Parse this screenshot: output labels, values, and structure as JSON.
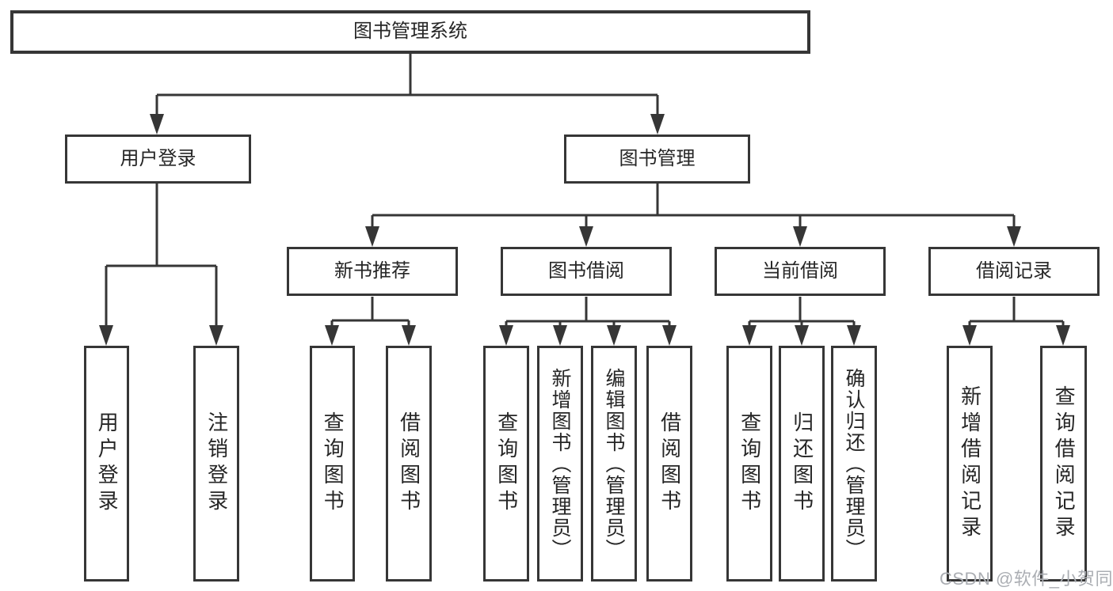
{
  "diagram": {
    "root": "图书管理系统",
    "level2": {
      "user_login": "用户登录",
      "book_mgmt": "图书管理"
    },
    "level3": {
      "new_rec": "新书推荐",
      "borrow": "图书借阅",
      "current": "当前借阅",
      "records": "借阅记录"
    },
    "leaves": {
      "login": "用户登录",
      "logout": "注销登录",
      "rec_query": "查询图书",
      "rec_borrow": "借阅图书",
      "bw_query": "查询图书",
      "bw_add": "新增图书（管理员）",
      "bw_edit": "编辑图书（管理员）",
      "bw_borrow": "借阅图书",
      "cur_query": "查询图书",
      "cur_return": "归还图书",
      "cur_confirm": "确认归还（管理员）",
      "rc_add": "新增借阅记录",
      "rc_query": "查询借阅记录"
    }
  },
  "colors": {
    "line": "#363636",
    "text": "#262626",
    "watermark": "#abaeb3"
  },
  "watermark": "CSDN @软件_小贺同学"
}
